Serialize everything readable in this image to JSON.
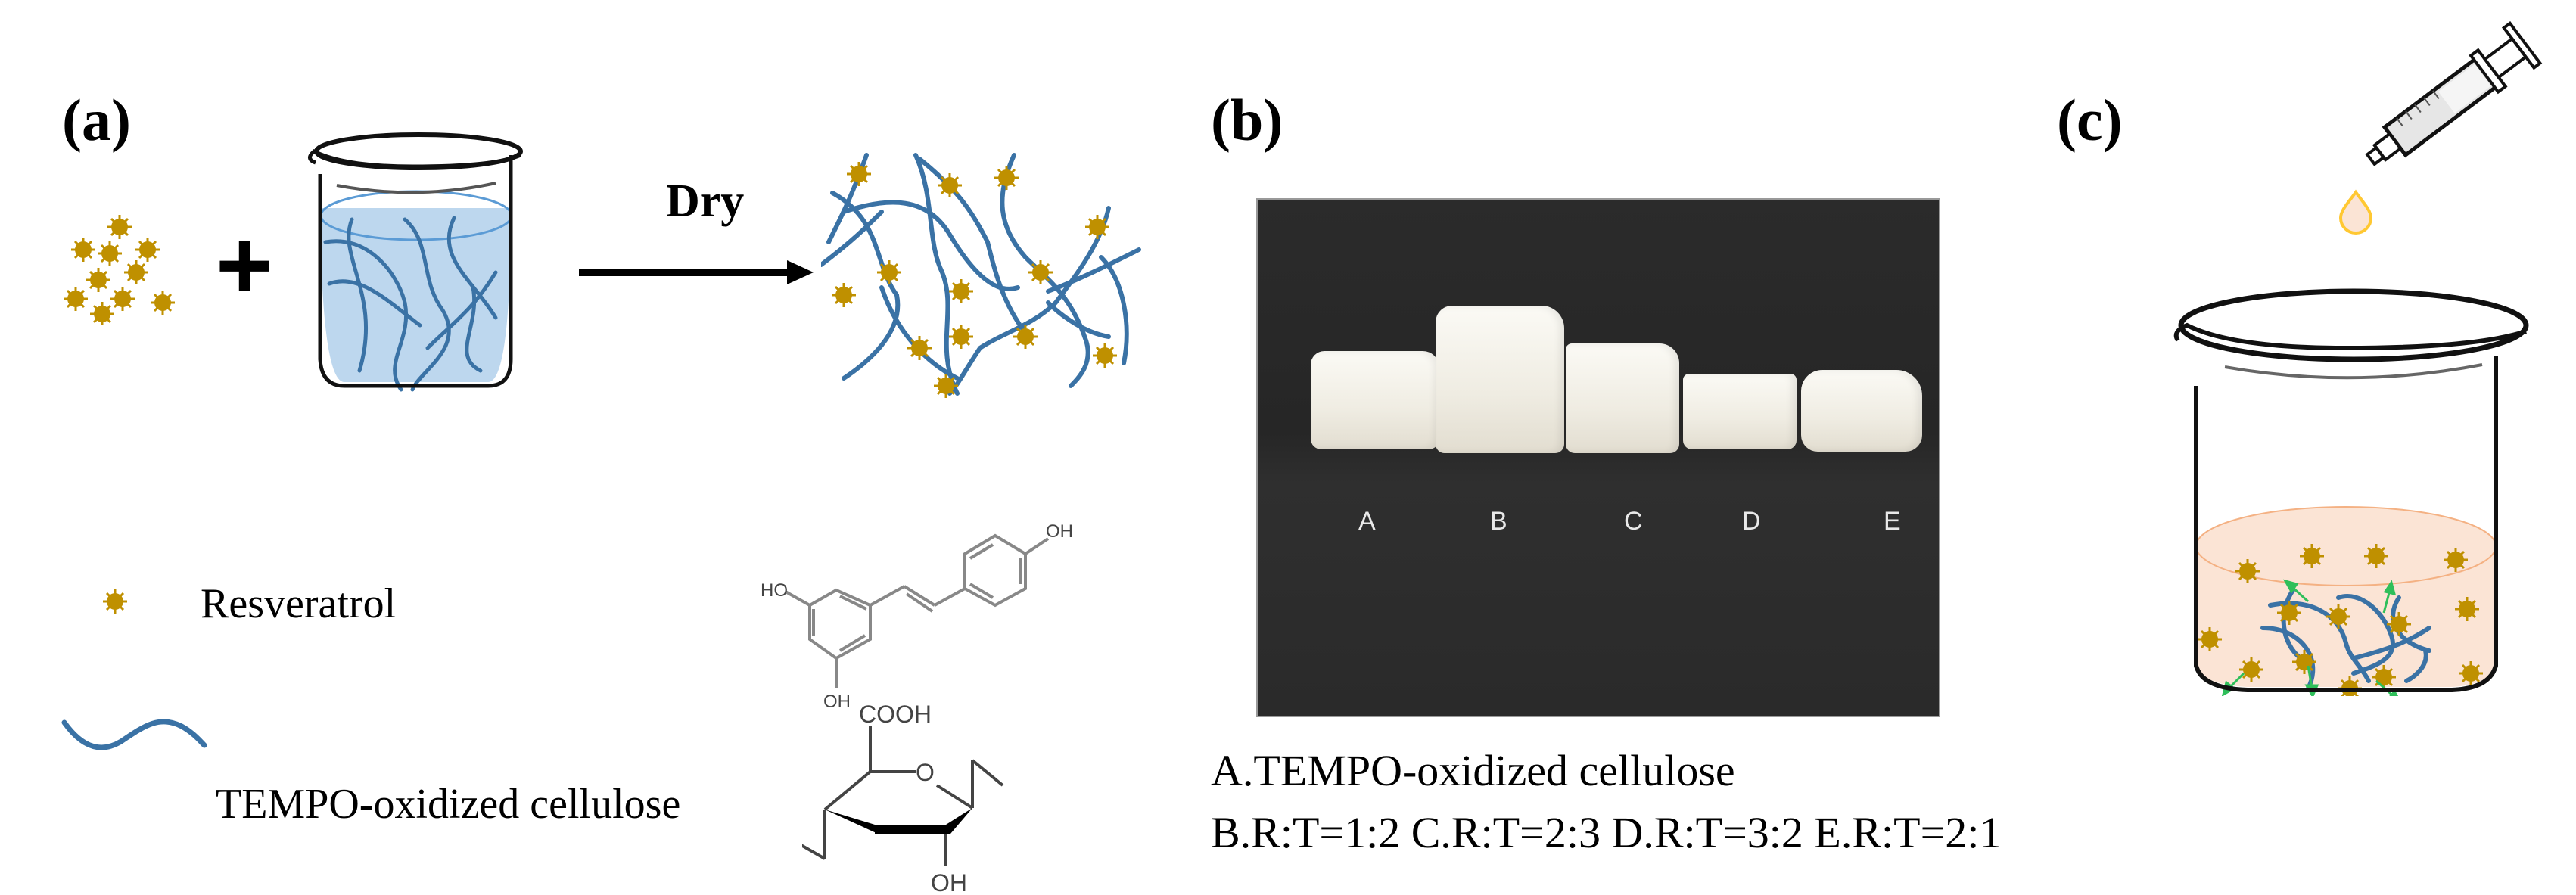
{
  "panels": {
    "a": {
      "label": "(a)",
      "plus_sign": "+",
      "arrow_label": "Dry",
      "legend": {
        "resveratrol_label": "Resveratrol",
        "cellulose_label": "TEMPO-oxidized cellulose"
      },
      "structures": {
        "resveratrol": {
          "substituents": [
            "HO",
            "OH",
            "OH"
          ]
        },
        "cellulose_unit": {
          "substituents": [
            "COOH",
            "O",
            "OH"
          ]
        }
      }
    },
    "b": {
      "label": "(b)",
      "sample_letters": [
        "A",
        "B",
        "C",
        "D",
        "E"
      ],
      "caption_line1": "A.TEMPO-oxidized cellulose",
      "caption_line2": "B.R:T=1:2 C.R:T=2:3 D.R:T=3:2 E.R:T=2:1"
    },
    "c": {
      "label": "(c)"
    }
  },
  "colors": {
    "resveratrol": "#bf9000",
    "cellulose": "#3a72a5",
    "liquid_blue": "#bdd7ee",
    "liquid_peach": "#fbe4d5",
    "drop_outline": "#ffc832",
    "release_arrow": "#2fbf5a",
    "photo_bg": "#2a2a2a"
  }
}
